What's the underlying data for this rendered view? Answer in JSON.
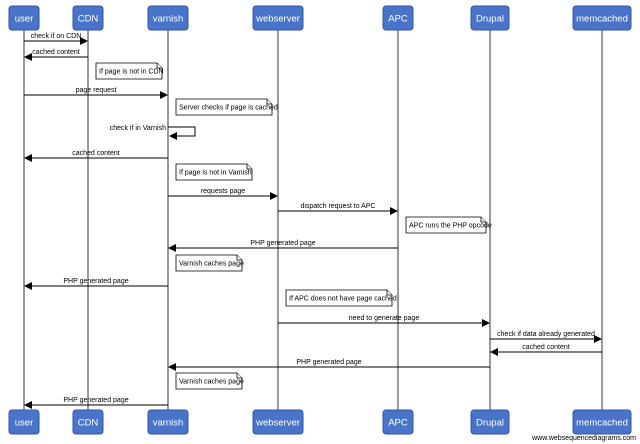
{
  "participants": [
    {
      "id": "user",
      "label": "user"
    },
    {
      "id": "cdn",
      "label": "CDN"
    },
    {
      "id": "varnish",
      "label": "varnish"
    },
    {
      "id": "webserver",
      "label": "webserver"
    },
    {
      "id": "apc",
      "label": "APC"
    },
    {
      "id": "drupal",
      "label": "Drupal"
    },
    {
      "id": "memcached",
      "label": "memcached"
    }
  ],
  "steps": [
    {
      "kind": "message",
      "from": "user",
      "to": "cdn",
      "label": "check if on CDN"
    },
    {
      "kind": "message",
      "from": "cdn",
      "to": "user",
      "label": "cached content"
    },
    {
      "kind": "note",
      "over": "cdn",
      "text": "If page is not in CDN"
    },
    {
      "kind": "message",
      "from": "user",
      "to": "varnish",
      "label": "page request"
    },
    {
      "kind": "note",
      "over": "varnish",
      "text": "Server checks if page is cached"
    },
    {
      "kind": "self",
      "over": "varnish",
      "label": "check if in Varnish"
    },
    {
      "kind": "message",
      "from": "varnish",
      "to": "user",
      "label": "cached content"
    },
    {
      "kind": "note",
      "over": "varnish",
      "text": "If page is not in Varnish"
    },
    {
      "kind": "message",
      "from": "varnish",
      "to": "webserver",
      "label": "requests page"
    },
    {
      "kind": "message",
      "from": "webserver",
      "to": "apc",
      "label": "dispatch request to APC"
    },
    {
      "kind": "note",
      "over": "apc",
      "text": "APC runs the PHP opcode"
    },
    {
      "kind": "message",
      "from": "apc",
      "to": "varnish",
      "label": "PHP generated page"
    },
    {
      "kind": "note",
      "over": "varnish",
      "text": "Varnish caches page"
    },
    {
      "kind": "message",
      "from": "varnish",
      "to": "user",
      "label": "PHP generated page"
    },
    {
      "kind": "note",
      "over": "webserver",
      "text": "If APC does not have page cached"
    },
    {
      "kind": "message",
      "from": "webserver",
      "to": "drupal",
      "label": "need to generate page"
    },
    {
      "kind": "message",
      "from": "drupal",
      "to": "memcached",
      "label": "check if data already generated"
    },
    {
      "kind": "message",
      "from": "memcached",
      "to": "drupal",
      "label": "cached content"
    },
    {
      "kind": "message",
      "from": "drupal",
      "to": "varnish",
      "label": "PHP generated page"
    },
    {
      "kind": "note",
      "over": "varnish",
      "text": "Varnish caches page"
    },
    {
      "kind": "message",
      "from": "varnish",
      "to": "user",
      "label": "PHP generated page"
    }
  ],
  "credit": "www.websequencediagrams.com"
}
